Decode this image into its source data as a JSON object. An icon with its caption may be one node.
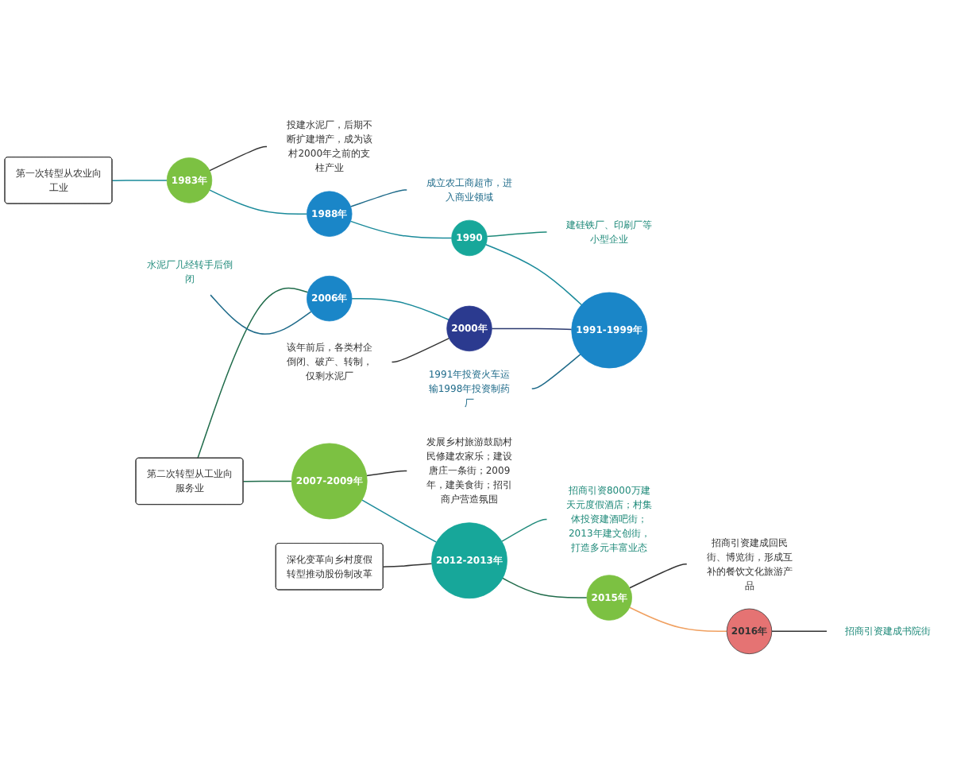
{
  "diagram": {
    "nodes": [
      {
        "text": [
          "第一次转型从农业向工业"
        ]
      },
      {
        "text": [
          "1983年"
        ]
      },
      {
        "text": [
          "投建水泥厂，后期不断扩建增产，成为该村2000年之前的支柱产业"
        ]
      },
      {
        "text": [
          "1988年"
        ]
      },
      {
        "text": [
          "成立农工商超市，进入商业领域"
        ]
      },
      {
        "text": [
          "1990"
        ]
      },
      {
        "text": [
          "建硅铁厂、印刷厂等小型企业"
        ]
      },
      {
        "text": [
          "2006年"
        ]
      },
      {
        "text": [
          "水泥厂几经转手后倒闭"
        ]
      },
      {
        "text": [
          "2000年"
        ]
      },
      {
        "text": [
          "该年前后，各类村企倒闭、破产、转制，仅剩水泥厂"
        ]
      },
      {
        "text": [
          "1991-1999年"
        ]
      },
      {
        "text": [
          "1991年投资火车运输1998年投资制药厂"
        ]
      },
      {
        "text": [
          "第二次转型从工业向服务业"
        ]
      },
      {
        "text": [
          "深化变革向乡村度假转型推动股份制改革"
        ]
      },
      {
        "text": [
          "2007-2009年"
        ]
      },
      {
        "text": [
          "发展乡村旅游鼓励村民修建农家乐；建设唐庄一条街；2009年，建美食街；招引商户营造氛围"
        ]
      },
      {
        "text": [
          "2012-2013年"
        ]
      },
      {
        "text": [
          "招商引资8000万建天元度假酒店；村集体投资建酒吧街；2013年建文创街，打造多元丰富业态"
        ]
      },
      {
        "text": [
          "2015年"
        ]
      },
      {
        "text": [
          "招商引资建成回民街、博览街，形成互补的餐饮文化旅游产品"
        ]
      },
      {
        "text": [
          "2016年"
        ]
      },
      {
        "text": [
          "招商引资建成书院街"
        ]
      }
    ],
    "edges": [
      {
        "from": 0,
        "to": 1,
        "arrow": "none"
      },
      {
        "from": 1,
        "to": 3,
        "arrow": "none"
      },
      {
        "from": 3,
        "to": 5,
        "arrow": "none"
      },
      {
        "from": 5,
        "to": 11,
        "arrow": "none"
      },
      {
        "from": 11,
        "to": 9,
        "arrow": "none",
        "color": "#2b3a6f"
      },
      {
        "from": 9,
        "to": 7,
        "arrow": "none"
      },
      {
        "from": 7,
        "to": 13,
        "arrow": "none",
        "color": "#1f6b4a"
      },
      {
        "from": 13,
        "to": 15,
        "arrow": "none",
        "color": "#1f6b4a"
      },
      {
        "from": 15,
        "to": 17,
        "arrow": "none"
      },
      {
        "from": 14,
        "to": 17,
        "arrow": "none",
        "color": "#333333"
      },
      {
        "from": 17,
        "to": 19,
        "arrow": "none",
        "color": "#1f6b4a"
      },
      {
        "from": 19,
        "to": 21,
        "arrow": "none",
        "color": "#f0a060"
      },
      {
        "from": 1,
        "to": 2,
        "arrow": "none",
        "color": "#333333"
      },
      {
        "from": 3,
        "to": 4,
        "arrow": "none",
        "color": "#1f6b8a"
      },
      {
        "from": 5,
        "to": 6,
        "arrow": "none",
        "color": "#1f8a7a"
      },
      {
        "from": 11,
        "to": 12,
        "arrow": "none",
        "color": "#1f6b8a"
      },
      {
        "from": 9,
        "to": 10,
        "arrow": "none",
        "color": "#333333"
      },
      {
        "from": 7,
        "to": 8,
        "arrow": "none",
        "color": "#1f6b8a"
      },
      {
        "from": 15,
        "to": 16,
        "arrow": "none",
        "color": "#333333"
      },
      {
        "from": 17,
        "to": 18,
        "arrow": "none",
        "color": "#1f8a7a"
      },
      {
        "from": 19,
        "to": 20,
        "arrow": "none",
        "color": "#333333"
      },
      {
        "from": 21,
        "to": 22,
        "arrow": "none",
        "color": "#333333"
      }
    ]
  }
}
